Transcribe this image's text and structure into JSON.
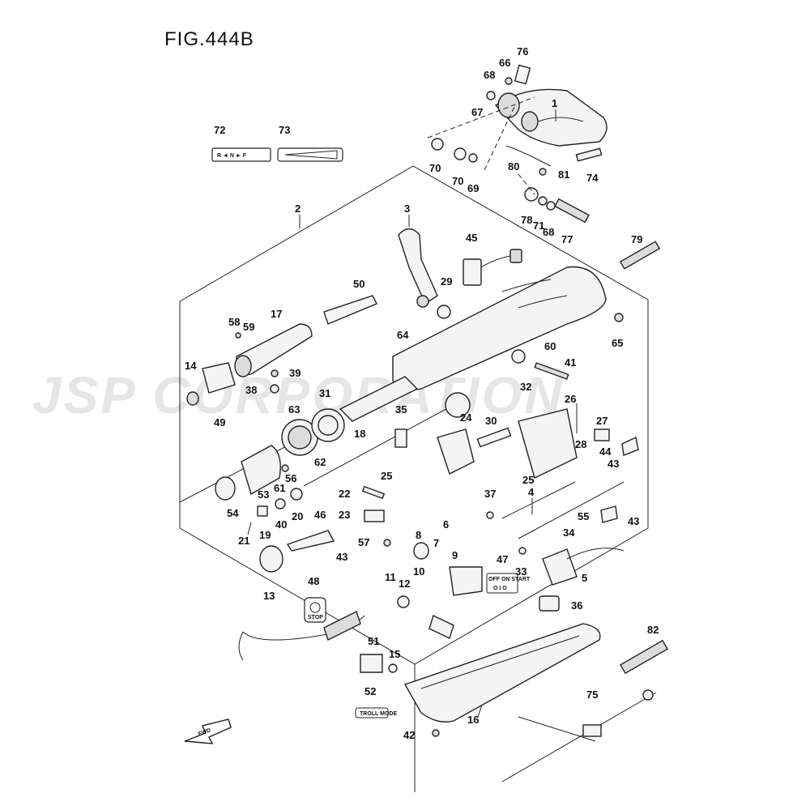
{
  "figure_title": "FIG.444B",
  "watermark": "JSP CORPORATION",
  "part_numbers": [
    "1",
    "2",
    "3",
    "4",
    "5",
    "6",
    "7",
    "8",
    "9",
    "10",
    "11",
    "12",
    "13",
    "14",
    "15",
    "16",
    "17",
    "18",
    "19",
    "20",
    "21",
    "22",
    "23",
    "24",
    "25",
    "26",
    "27",
    "28",
    "29",
    "30",
    "31",
    "32",
    "33",
    "34",
    "35",
    "36",
    "37",
    "38",
    "39",
    "40",
    "41",
    "42",
    "43",
    "44",
    "45",
    "46",
    "47",
    "48",
    "49",
    "50",
    "51",
    "52",
    "53",
    "54",
    "55",
    "56",
    "57",
    "58",
    "59",
    "60",
    "61",
    "62",
    "63",
    "64",
    "65",
    "66",
    "67",
    "68",
    "69",
    "70",
    "71",
    "72",
    "73",
    "74",
    "75",
    "76",
    "77",
    "78",
    "79",
    "80",
    "81",
    "82"
  ],
  "labels": {
    "shift_label": "R ◄ N ► F",
    "switch_label": "OFF ON START",
    "switch_symbols": "O I O",
    "troll_label": "TROLL MODE",
    "stop_label": "STOP",
    "fwd_label": "FWD"
  }
}
